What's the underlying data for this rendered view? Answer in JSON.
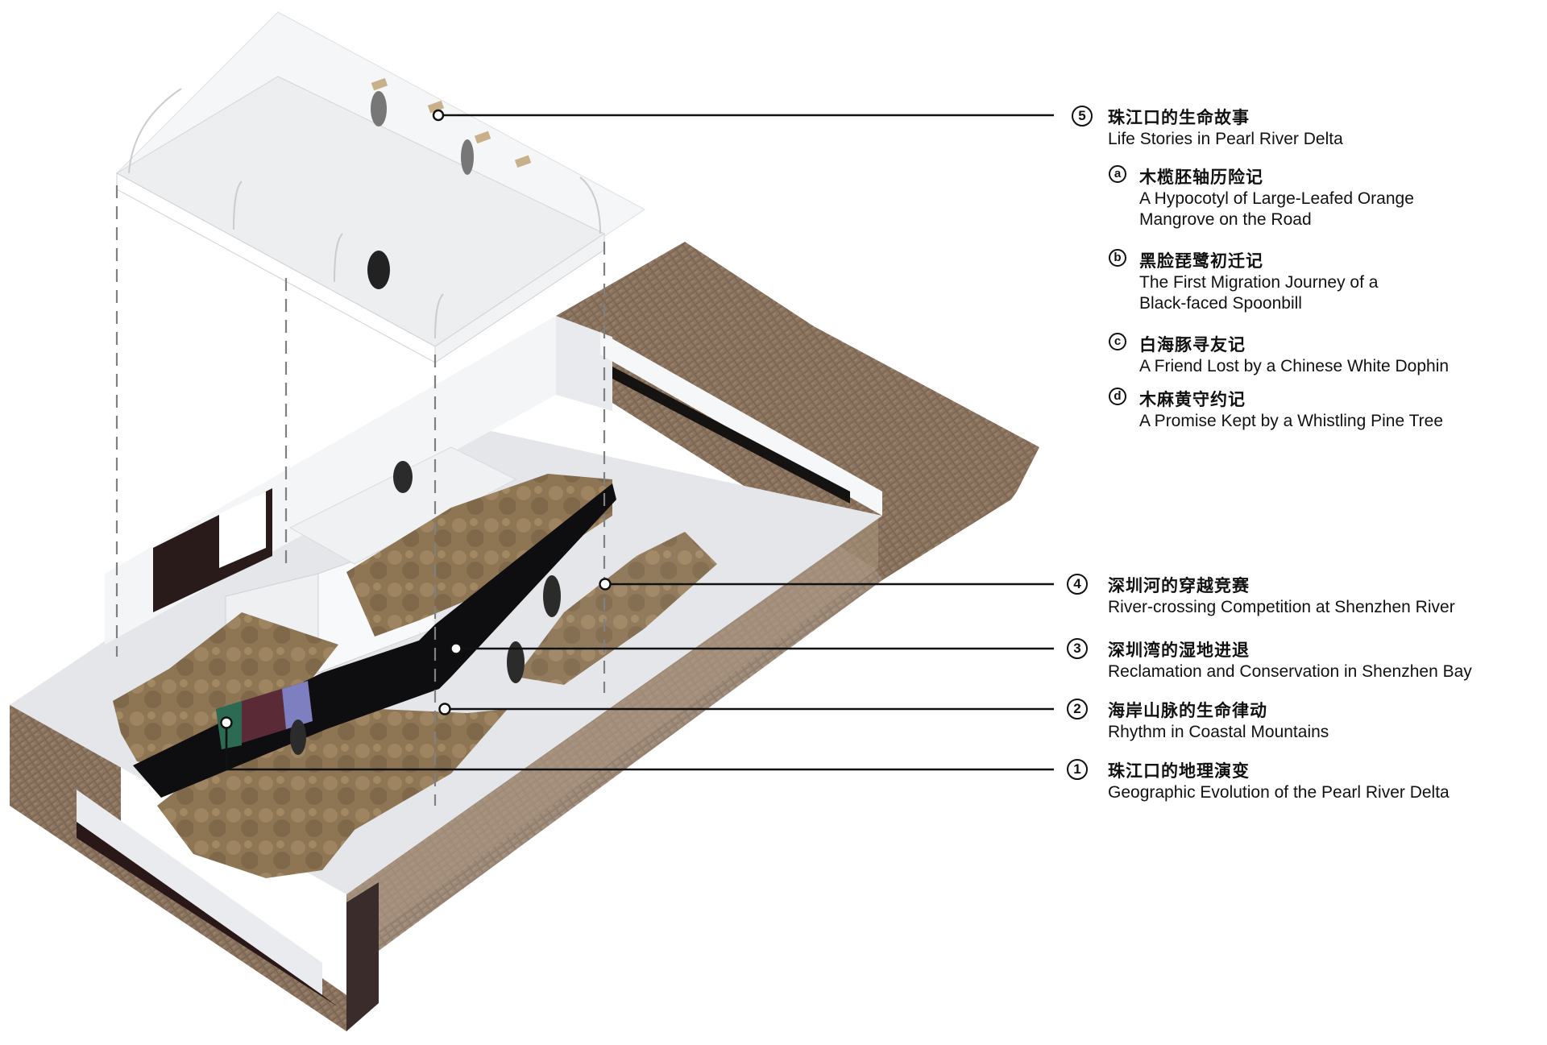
{
  "colors": {
    "leader_line": "#111111",
    "rock": "#8a7152",
    "brick": "#7a6450",
    "wall_white": "#f2f3f5",
    "floor": "#e6e7ea",
    "display_panel": "#0e0e10",
    "dash": "#777777"
  },
  "labels": {
    "l5": {
      "number": "5",
      "cn": "珠江口的生命故事",
      "en": "Life Stories in Pearl River Delta",
      "subs": [
        {
          "letter": "a",
          "cn": "木榄胚轴历险记",
          "en1": "A Hypocotyl of Large-Leafed Orange",
          "en2": "Mangrove on the Road"
        },
        {
          "letter": "b",
          "cn": "黑脸琵鹭初迁记",
          "en1": "The First Migration Journey of a",
          "en2": "Black-faced Spoonbill"
        },
        {
          "letter": "c",
          "cn": "白海豚寻友记",
          "en1": "A Friend Lost by a Chinese White Dophin",
          "en2": ""
        },
        {
          "letter": "d",
          "cn": "木麻黄守约记",
          "en1": "A Promise Kept by a Whistling Pine Tree",
          "en2": ""
        }
      ]
    },
    "l4": {
      "number": "4",
      "cn": "深圳河的穿越竞赛",
      "en": "River-crossing Competition at Shenzhen River"
    },
    "l3": {
      "number": "3",
      "cn": "深圳湾的湿地进退",
      "en": "Reclamation and Conservation in Shenzhen Bay"
    },
    "l2": {
      "number": "2",
      "cn": "海岸山脉的生命律动",
      "en": "Rhythm in Coastal Mountains"
    },
    "l1": {
      "number": "1",
      "cn": "珠江口的地理演变",
      "en": "Geographic Evolution of the Pearl River Delta"
    }
  }
}
